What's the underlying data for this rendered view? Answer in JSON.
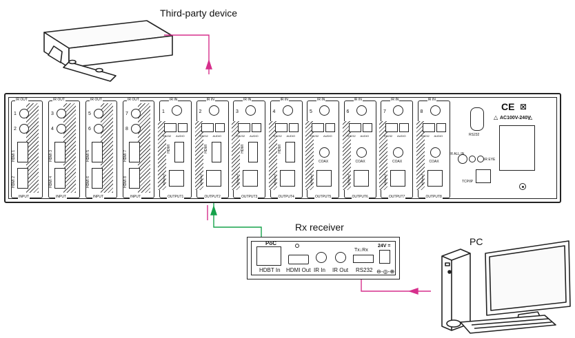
{
  "labels": {
    "third_party": "Third-party device",
    "rx_receiver": "Rx receiver",
    "pc": "PC"
  },
  "matrix": {
    "input_modules": [
      {
        "ir_out": "IR OUT",
        "ir_a": "1",
        "ir_b": "2",
        "hdmi_a": "HDMI 1",
        "hdmi_b": "HDMI 2",
        "footer": "INPUT"
      },
      {
        "ir_out": "IR OUT",
        "ir_a": "3",
        "ir_b": "4",
        "hdmi_a": "HDMI 3",
        "hdmi_b": "HDMI 4",
        "footer": "INPUT"
      },
      {
        "ir_out": "IR OUT",
        "ir_a": "5",
        "ir_b": "6",
        "hdmi_a": "HDMI 5",
        "hdmi_b": "HDMI 6",
        "footer": "INPUT"
      },
      {
        "ir_out": "IR OUT",
        "ir_a": "7",
        "ir_b": "8",
        "hdmi_a": "HDMI 7",
        "hdmi_b": "HDMI 8",
        "footer": "INPUT"
      }
    ],
    "output_modules": [
      {
        "ir_in": "IR IN",
        "num": "1",
        "rs232": "RS232",
        "audio": "AUDIO",
        "hdmi": "HDMI",
        "extra": "",
        "hdbaset": "HDBaseT",
        "footer": "OUTPUT1"
      },
      {
        "ir_in": "IR IN",
        "num": "2",
        "rs232": "RS232",
        "audio": "AUDIO",
        "hdmi": "HDMI",
        "extra": "",
        "hdbaset": "HDBaseT",
        "footer": "OUTPUT2"
      },
      {
        "ir_in": "IR IN",
        "num": "3",
        "rs232": "RS232",
        "audio": "AUDIO",
        "hdmi": "HDMI",
        "extra": "",
        "hdbaset": "HDBaseT",
        "footer": "OUTPUT3"
      },
      {
        "ir_in": "IR IN",
        "num": "4",
        "rs232": "RS232",
        "audio": "AUDIO",
        "hdmi": "HDMI",
        "extra": "",
        "hdbaset": "HDBaseT",
        "footer": "OUTPUT4"
      },
      {
        "ir_in": "IR IN",
        "num": "5",
        "rs232": "RS232",
        "audio": "AUDIO",
        "hdmi": "",
        "extra": "COAX",
        "hdbaset": "HDBaseT",
        "footer": "OUTPUT5"
      },
      {
        "ir_in": "IR IN",
        "num": "6",
        "rs232": "RS232",
        "audio": "AUDIO",
        "hdmi": "",
        "extra": "COAX",
        "hdbaset": "HDBaseT",
        "footer": "OUTPUT6"
      },
      {
        "ir_in": "IR IN",
        "num": "7",
        "rs232": "RS232",
        "audio": "AUDIO",
        "hdmi": "",
        "extra": "COAX",
        "hdbaset": "HDBaseT",
        "footer": "OUTPUT7"
      },
      {
        "ir_in": "IR IN",
        "num": "8",
        "rs232": "RS232",
        "audio": "AUDIO",
        "hdmi": "",
        "extra": "COAX",
        "hdbaset": "HDBaseT",
        "footer": "OUTPUT8"
      }
    ],
    "control": {
      "rs232": "RS232",
      "ir_all_in": "IR ALL IN",
      "ir_eye": "IR EYE",
      "tcp_ip": "TCP/IP"
    },
    "power": {
      "marks": "CE",
      "rating": "AC100V-240V"
    }
  },
  "receiver": {
    "poc": "PoC",
    "hdbt_in": "HDBT In",
    "hdmi_out": "HDMI Out",
    "ir_in": "IR In",
    "ir_out": "IR Out",
    "txrx": "Tx↓Rx",
    "rs232": "RS232",
    "power": "24V ="
  },
  "colors": {
    "upper_cable": "#d62f8c",
    "lower_cable_green": "#15a24a",
    "pc_cable": "#d62f8c"
  }
}
